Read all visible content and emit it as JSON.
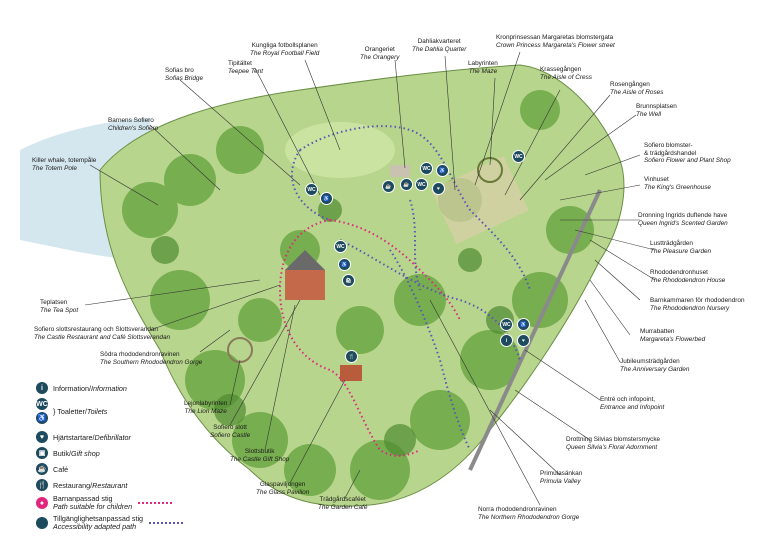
{
  "labels": {
    "kungliga": {
      "sv": "Kungliga fotbollsplanen",
      "en": "The Royal Football Field"
    },
    "orangeriet": {
      "sv": "Orangeriet",
      "en": "The Orangery"
    },
    "dahlia": {
      "sv": "Dahliakvarteret",
      "en": "The Dahlia Quarter"
    },
    "kronprinsessan": {
      "sv": "Kronprinsessan Margaretas blomstergata",
      "en": "Crown Princess Margareta's Flower street"
    },
    "labyrinten": {
      "sv": "Labyrinten",
      "en": "The Maze"
    },
    "krasse": {
      "sv": "Krassegången",
      "en": "The Aisle of Cress"
    },
    "rosen": {
      "sv": "Rosengången",
      "en": "The Aisle of Roses"
    },
    "brunn": {
      "sv": "Brunnsplatsen",
      "en": "The Well"
    },
    "blomster_butik": {
      "sv1": "Sofiero blomster-",
      "sv2": "& trädgårdshandel",
      "en": "Sofiero Flower and Plant Shop"
    },
    "vinhuset": {
      "sv": "Vinhuset",
      "en": "The King's Greenhouse"
    },
    "ingrid": {
      "sv": "Dronning Ingrids duftende have",
      "en": "Queen Ingrid's Scented Garden"
    },
    "lust": {
      "sv": "Lustträdgården",
      "en": "The Pleasure Garden"
    },
    "rhodohus": {
      "sv": "Rhododendronhuset",
      "en": "The Rhododendron House"
    },
    "barnkammaren": {
      "sv": "Barnkammaren för rhododendron",
      "en": "The Rhododendron Nursery"
    },
    "murabatten": {
      "sv": "Murrabatten",
      "en": "Margareta's Flowerbed"
    },
    "jubileum": {
      "sv": "Jubileumsträdgården",
      "en": "The Anniversary Garden"
    },
    "entre": {
      "sv": "Entré och infopoint,",
      "en": "Entrance and Infopoint"
    },
    "silvia": {
      "sv": "Drottning Silvias blomstersmycke",
      "en": "Queen Silvia's Floral Adornment"
    },
    "primula": {
      "sv": "Primulasänkan",
      "en": "Primula Valley"
    },
    "norra": {
      "sv": "Norra rhododendronravinen",
      "en": "The Northern Rhododendron Gorge"
    },
    "tradgardscafe": {
      "sv": "Trädgårdscaféet",
      "en": "The Garden Café"
    },
    "glas": {
      "sv": "Glaspaviljongen",
      "en": "The Glass Pavilion"
    },
    "slottsbutik": {
      "sv": "Slottsbutik",
      "en": "The Castle Gift Shop"
    },
    "slott": {
      "sv": "Sofiero slott",
      "en": "Sofiero Castle"
    },
    "lejon": {
      "sv": "Lejonlabyrinten",
      "en": "The Lion Maze"
    },
    "sodra": {
      "sv": "Södra rhododendronravinen",
      "en": "The Southern Rhododendron Gorge"
    },
    "restaurang": {
      "sv": "Sofiero slottsrestaurang och Slottsverandan",
      "en": "The Castle Restaurant and Café Slottsverandan"
    },
    "teplatsen": {
      "sv": "Teplatsen",
      "en": "The Tea Spot"
    },
    "killer": {
      "sv": "Killer whale, totempåle",
      "en": "The Totem Pole"
    },
    "barnens": {
      "sv": "Barnens Sofiero",
      "en": "Children's Sofiero"
    },
    "bro": {
      "sv": "Sofias bro",
      "en": "Sofias Bridge"
    },
    "tipi": {
      "sv": "Tipitältet",
      "en": "Teepee Tent"
    }
  },
  "legend": {
    "information": {
      "icon": "info-icon",
      "sv": "Information/",
      "en": "Information"
    },
    "toilets": {
      "icon": "wc-icon",
      "sv": "Toaletter/",
      "en": "Toilets"
    },
    "defib": {
      "icon": "heart-icon",
      "sv": "Hjärtstartare/",
      "en": "Defibrillator"
    },
    "shop": {
      "icon": "bag-icon",
      "sv": "Butik/",
      "en": "Gift shop"
    },
    "cafe": {
      "icon": "cup-icon",
      "sv": "Café"
    },
    "restaurant": {
      "icon": "fork-knife-icon",
      "sv": "Restaurang/",
      "en": "Restaurant"
    },
    "child_path": {
      "sv": "Barnanpassad stig",
      "en": "Path suitable for children",
      "color": "#e0277e"
    },
    "access_path": {
      "sv": "Tillgänglighetsanpassad stig",
      "en": "Accessibility adapted path",
      "color": "#5a55b5"
    }
  },
  "pins": {
    "wc": "WC",
    "info": "i"
  },
  "colors": {
    "icon": "#1d4a5c",
    "sea": "#cfe3ea",
    "grass": "#b9d98a",
    "tree": "#5f9a3c",
    "path": "#e9dfc8"
  }
}
